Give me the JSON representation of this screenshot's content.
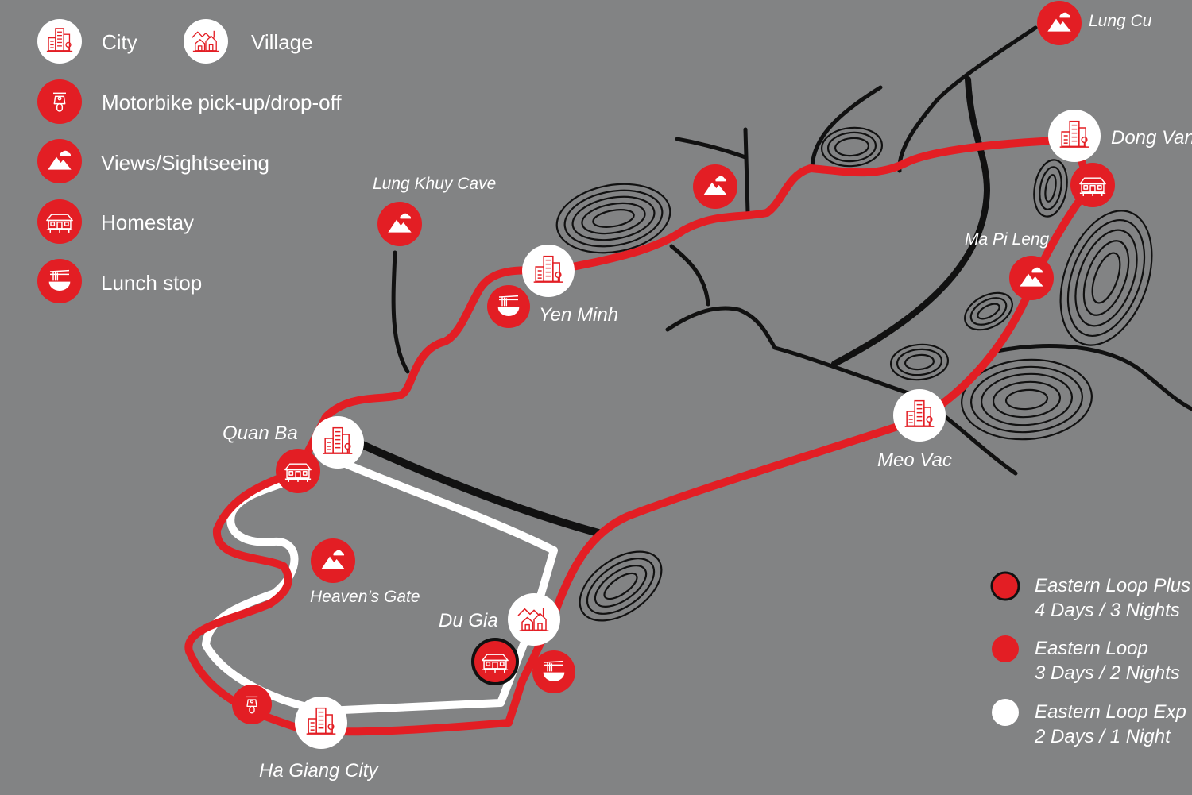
{
  "colors": {
    "background": "#828384",
    "route_plus": "#e31e24",
    "route_express": "#ffffff",
    "road": "#111111",
    "icon_red": "#e31e24",
    "icon_white": "#ffffff"
  },
  "legend": {
    "city": {
      "label": "City",
      "icon": "city-icon"
    },
    "village": {
      "label": "Village",
      "icon": "village-icon"
    },
    "motorbike": {
      "label": "Motorbike pick-up/drop-off",
      "icon": "motorbike-icon"
    },
    "views": {
      "label": "Views/Sightseeing",
      "icon": "mountain-view-icon"
    },
    "homestay": {
      "label": "Homestay",
      "icon": "homestay-icon"
    },
    "lunch": {
      "label": "Lunch stop",
      "icon": "noodle-bowl-icon"
    }
  },
  "places": {
    "lung_cu": "Lung Cu",
    "dong_van": "Dong Van",
    "lung_khuy_cave": "Lung Khuy Cave",
    "ma_pi_leng": "Ma Pi Leng",
    "yen_minh": "Yen Minh",
    "quan_ba": "Quan Ba",
    "meo_vac": "Meo Vac",
    "heavens_gate": "Heaven’s Gate",
    "du_gia": "Du Gia",
    "ha_giang_city": "Ha Giang City"
  },
  "routes": [
    {
      "name": "Eastern Loop Plus",
      "duration": "4 Days / 3 Nights",
      "marker": "red-outlined-dot"
    },
    {
      "name": "Eastern Loop",
      "duration": "3 Days / 2 Nights",
      "marker": "red-dot"
    },
    {
      "name": "Eastern Loop Exp",
      "duration": "2 Days / 1 Night",
      "marker": "white-dot"
    }
  ]
}
